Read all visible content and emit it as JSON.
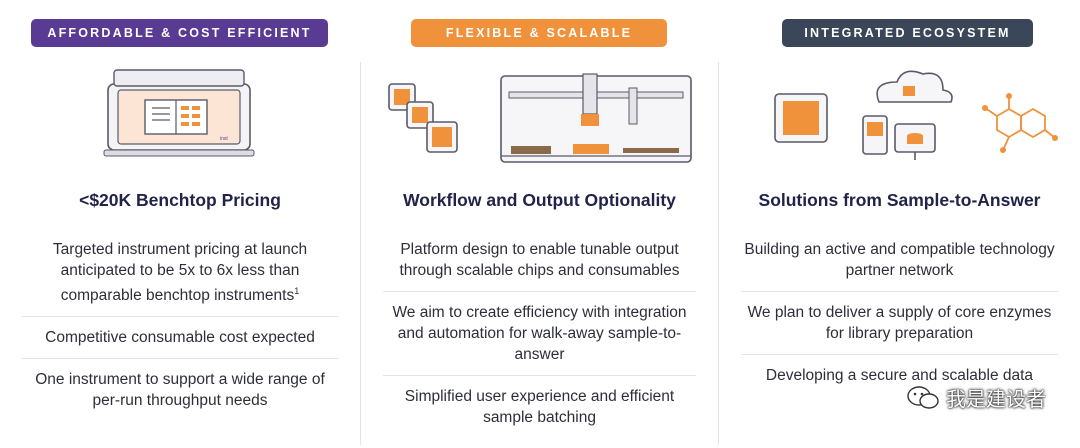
{
  "columns": [
    {
      "badge": "AFFORDABLE & COST EFFICIENT",
      "heading": "<$20K Benchtop Pricing",
      "bullets": [
        {
          "text": "Targeted instrument pricing at launch anticipated to be 5x to 6x less than comparable benchtop instruments",
          "footnote": "1"
        },
        {
          "text": "Competitive consumable cost expected"
        },
        {
          "text": "One instrument to support a wide range of per-run throughput needs"
        }
      ]
    },
    {
      "badge": "FLEXIBLE & SCALABLE",
      "heading": "Workflow and Output Optionality",
      "bullets": [
        {
          "text": "Platform design to enable tunable output through scalable chips and consumables"
        },
        {
          "text": "We aim to create efficiency with integration and automation for walk-away sample-to-answer"
        },
        {
          "text": "Simplified user experience and efficient sample batching"
        }
      ]
    },
    {
      "badge": "INTEGRATED ECOSYSTEM",
      "heading": "Solutions from Sample-to-Answer",
      "bullets": [
        {
          "text": "Building an active and compatible technology partner network"
        },
        {
          "text": "We plan to deliver a supply of core enzymes for library preparation"
        },
        {
          "text": "Developing a secure and scalable data"
        }
      ]
    }
  ],
  "watermark": "我是建设者",
  "colors": {
    "purple": "#5a3b93",
    "orange": "#f0913c",
    "slate": "#3b4658"
  },
  "icons": [
    "benchtop-instrument-icon",
    "chip-stack-icon",
    "liquid-handler-icon",
    "chip-icon",
    "cloud-network-icon",
    "tablet-icon",
    "monitor-database-icon",
    "molecule-icon",
    "wechat-icon"
  ]
}
